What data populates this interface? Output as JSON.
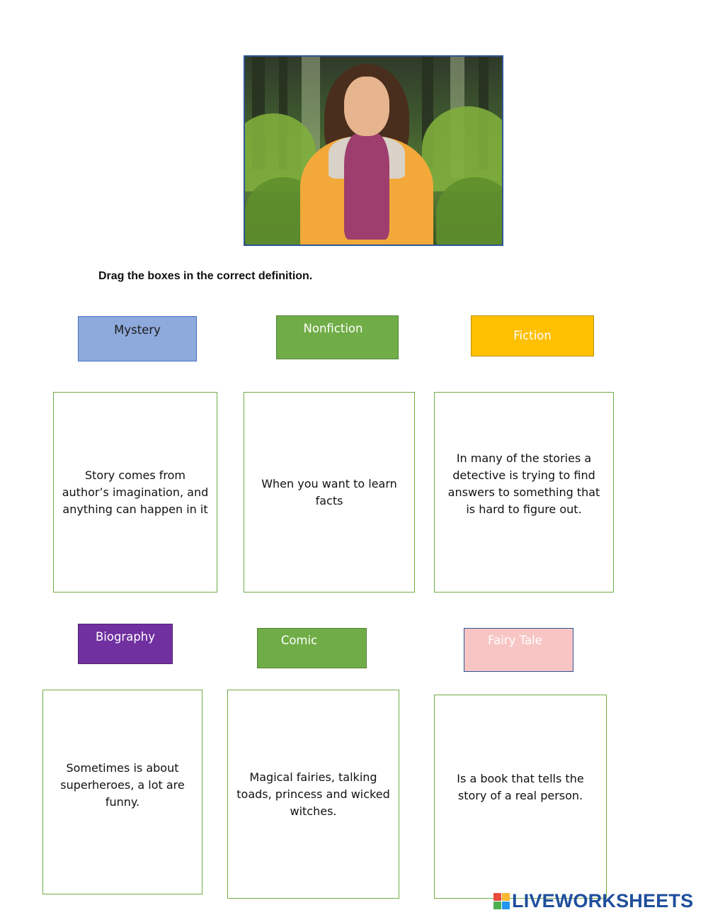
{
  "instruction": "Drag the boxes in the correct definition.",
  "labels": [
    {
      "text": "Mystery",
      "bg": "#8ea9db",
      "border": "#4472c4",
      "color": "#1a1a1a"
    },
    {
      "text": "Nonfiction",
      "bg": "#70ad47",
      "border": "#548235",
      "color": "#ffffff"
    },
    {
      "text": "Fiction",
      "bg": "#ffc000",
      "border": "#bf9000",
      "color": "#ffffff"
    },
    {
      "text": "Biography",
      "bg": "#7030a0",
      "border": "#4f2370",
      "color": "#ffffff"
    },
    {
      "text": "Comic",
      "bg": "#70ad47",
      "border": "#548235",
      "color": "#ffffff"
    },
    {
      "text": "Fairy Tale",
      "bg": "#f8c5c5",
      "border": "#2f5597",
      "color": "#ffffff"
    }
  ],
  "definitions": [
    "Story comes from author’s imagination, and anything can happen in it",
    "When you want to learn facts",
    "In many of the stories a detective is trying to find answers to something that is hard to figure out.",
    "Sometimes is about superheroes, a lot are funny.",
    "Magical fairies, talking toads, princess and wicked witches.",
    "Is a book that tells the story of a real person."
  ],
  "logo": {
    "text": "LIVEWORKSHEETS",
    "text_color": "#1f4e9c",
    "block_colors": [
      "#e94b3c",
      "#f7b731",
      "#4caf50",
      "#2196f3"
    ]
  }
}
